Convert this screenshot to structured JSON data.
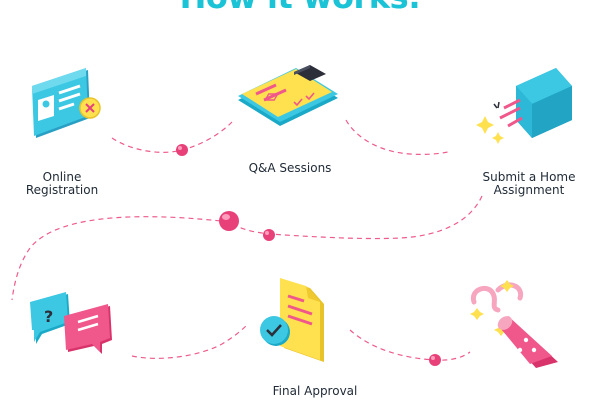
{
  "header": {
    "title": "How it works:"
  },
  "steps": [
    {
      "label": "Online\nRegistration",
      "icon": "id-card-icon"
    },
    {
      "label": "Q&A Sessions",
      "icon": "clipboard-checklist-icon"
    },
    {
      "label": "Submit a Home\nAssignment",
      "icon": "envelope-send-icon"
    },
    {
      "label": "",
      "icon": "chat-bubbles-icon"
    },
    {
      "label": "Final Approval",
      "icon": "approved-document-icon"
    },
    {
      "label": "",
      "icon": "party-popper-icon"
    }
  ],
  "colors": {
    "title": "#1bc3d6",
    "path": "#ee5b8a",
    "node": "#e8417a",
    "cyan": "#3cc8e3",
    "yellow": "#ffe04f",
    "pink": "#f0578a"
  }
}
